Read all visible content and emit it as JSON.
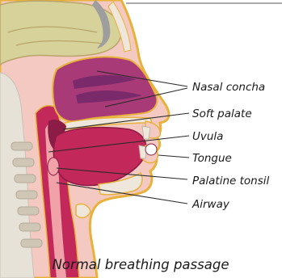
{
  "labels": {
    "nasal_concha": "Nasal concha",
    "soft_palate": "Soft palate",
    "uvula": "Uvula",
    "tongue": "Tongue",
    "palatine_tonsil": "Palatine tonsil",
    "airway": "Airway"
  },
  "caption": "Normal breathing passage",
  "colors": {
    "skin": "#f4c9c2",
    "skin_outline": "#e8b23a",
    "tissue": "#c2285a",
    "tissue_dark": "#8a1c45",
    "cavity": "#7a2a6a",
    "bone": "#efe7dc",
    "brain": "#d6d29a",
    "spine": "#d9d4cc"
  }
}
